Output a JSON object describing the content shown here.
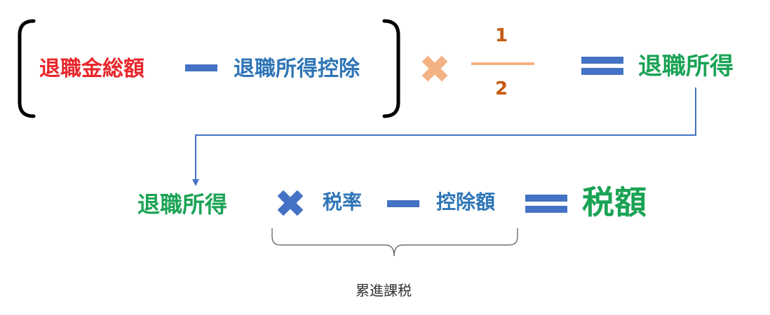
{
  "formula_top": {
    "term_total": "退職金総額",
    "term_deduction": "退職所得控除",
    "fraction_numerator": "1",
    "fraction_denominator": "2",
    "result": "退職所得"
  },
  "formula_bottom": {
    "term_income": "退職所得",
    "term_rate": "税率",
    "term_deduction_amount": "控除額",
    "result": "税額",
    "brace_caption": "累進課税"
  },
  "colors": {
    "red": "#e8262b",
    "blue": "#2e75b6",
    "green": "#1aa355",
    "orange": "#c55a11",
    "times_light": "#f4b183",
    "times_dark": "#4472c4",
    "operator": "#4472c4",
    "bracket": "#000000",
    "connector": "#4472c4"
  },
  "icons": {
    "times_top": "multiply-icon",
    "times_bottom": "multiply-icon",
    "minus_top": "minus-icon",
    "minus_bottom": "minus-icon",
    "equals_top": "equals-icon",
    "equals_bottom": "equals-icon"
  }
}
